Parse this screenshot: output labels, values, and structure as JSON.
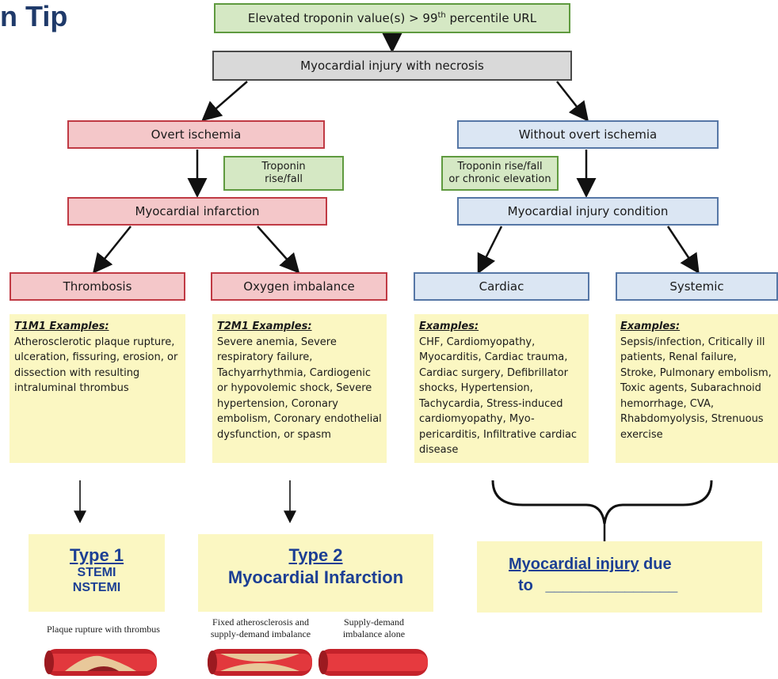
{
  "header": {
    "title_fragment": "n Tip"
  },
  "flow": {
    "top": "Elevated troponin value(s) > 99th percentile URL",
    "top_base": "Elevated troponin value(s) > 99",
    "top_sup": "th",
    "top_rest": " percentile URL",
    "injury": "Myocardial injury with necrosis",
    "overt": "Overt ischemia",
    "without": "Without overt ischemia",
    "troponin_left_1": "Troponin",
    "troponin_left_2": "rise/fall",
    "troponin_right_1": "Troponin rise/fall",
    "troponin_right_2": "or chronic elevation",
    "mi": "Myocardial infarction",
    "condition": "Myocardial injury condition",
    "thrombosis": "Thrombosis",
    "oxygen": "Oxygen imbalance",
    "cardiac": "Cardiac",
    "systemic": "Systemic"
  },
  "examples": {
    "t1": {
      "head": "T1M1 Examples:",
      "body": "Atherosclerotic plaque rupture, ulceration, fissuring, erosion, or dissection with resulting intraluminal thrombus"
    },
    "t2": {
      "head": "T2M1 Examples:",
      "body": "Severe anemia, Severe respiratory failure, Tachyarrhythmia, Cardiogenic or hypovolemic shock, Severe hypertension, Coronary embolism, Coronary endothelial dysfunction, or spasm"
    },
    "cardiac": {
      "head": "Examples:",
      "body": "CHF, Cardiomyopathy, Myocarditis, Cardiac trauma, Cardiac surgery, Defibrillator shocks, Hypertension, Tachycardia, Stress-induced cardiomyopathy, Myo-pericarditis, Infiltrative cardiac disease"
    },
    "systemic": {
      "head": "Examples:",
      "body": "Sepsis/infection, Critically ill patients, Renal failure, Stroke, Pulmonary embolism, Toxic agents, Subarachnoid hemorrhage, CVA, Rhabdomyolysis, Strenuous exercise"
    }
  },
  "results": {
    "type1_title": "Type 1",
    "type1_line1": "STEMI",
    "type1_line2": "NSTEMI",
    "type2_title": "Type 2",
    "type2_sub": "Myocardial Infarction",
    "injury_link": "Myocardial injury",
    "injury_due": " due",
    "injury_to": "to",
    "injury_blank": "_______________"
  },
  "captions": {
    "plaque": "Plaque rupture with thrombus",
    "fixed_1": "Fixed atherosclerosis and",
    "fixed_2": "supply-demand imbalance",
    "supply_1": "Supply-demand",
    "supply_2": "imbalance alone"
  },
  "colors": {
    "green_fill": "#d5e8c4",
    "red_fill": "#f4c7c9",
    "blue_fill": "#dbe6f3",
    "gray_fill": "#d9d9d9",
    "yellow_fill": "#fbf7c2",
    "title_blue": "#1c3f94"
  }
}
